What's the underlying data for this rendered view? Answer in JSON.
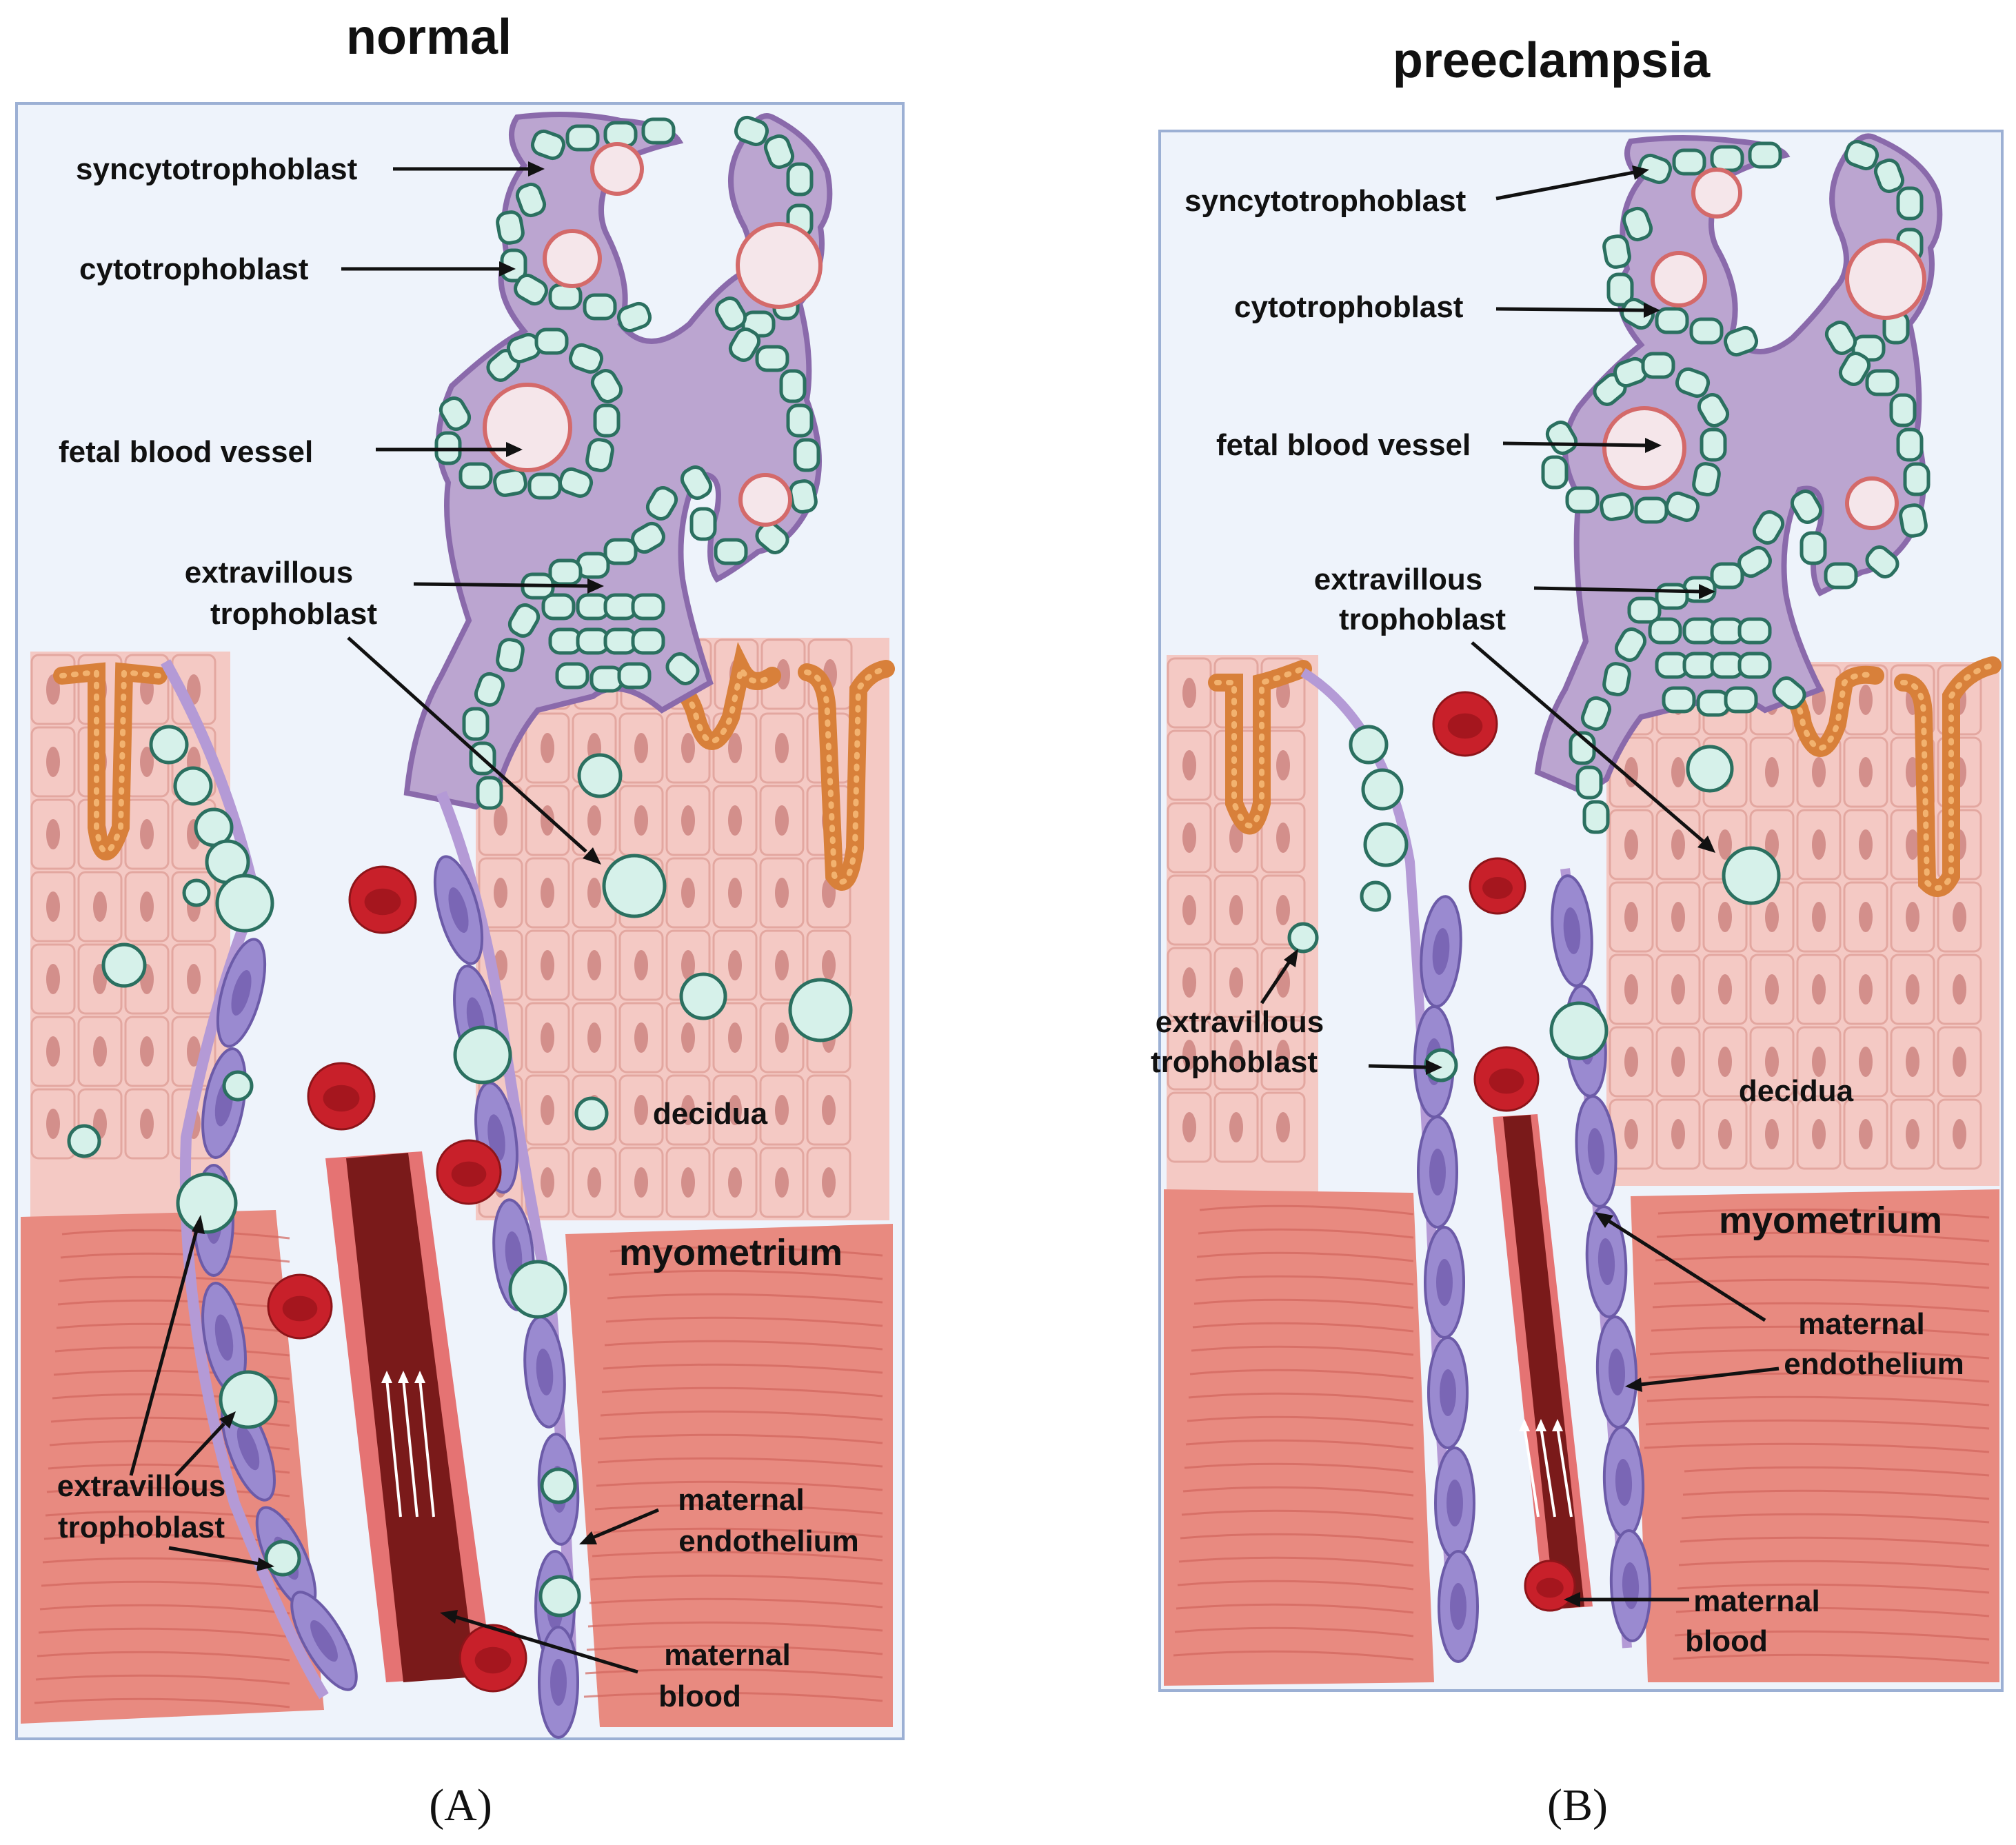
{
  "panels": [
    {
      "id": "A",
      "title": "normal",
      "caption": "(A)",
      "labels": {
        "syncytiotrophoblast": "syncytotrophoblast",
        "cytotrophoblast": "cytotrophoblast",
        "fetal_vessel": "fetal blood vessel",
        "extravillous_top_1": "extravillous",
        "extravillous_top_2": "trophoblast",
        "decidua": "decidua",
        "myometrium": "myometrium",
        "extravillous_bottom_1": "extravillous",
        "extravillous_bottom_2": "trophoblast",
        "endothelium_1": "maternal",
        "endothelium_2": "endothelium",
        "blood_1": "maternal",
        "blood_2": "blood"
      }
    },
    {
      "id": "B",
      "title": "preeclampsia",
      "caption": "(B)",
      "labels": {
        "syncytiotrophoblast": "syncytotrophoblast",
        "cytotrophoblast": "cytotrophoblast",
        "fetal_vessel": "fetal blood vessel",
        "extravillous_top_1": "extravillous",
        "extravillous_top_2": "trophoblast",
        "decidua": "decidua",
        "myometrium": "myometrium",
        "extravillous_bottom_1": "extravillous",
        "extravillous_bottom_2": "trophoblast",
        "endothelium_1": "maternal",
        "endothelium_2": "endothelium",
        "blood_1": "maternal",
        "blood_2": "blood"
      }
    }
  ],
  "colors": {
    "background": "#eef3fb",
    "syncytiotrophoblast": "#bba5d0",
    "cytotrophoblast": "#d6f1ea",
    "decidua": "#f4c9c4",
    "myometrium": "#e88a80",
    "endothelium": "#9a8ad0",
    "red_blood_cell": "#c8202a",
    "artery": "#7a1a1a",
    "gland": "#d8803a"
  }
}
